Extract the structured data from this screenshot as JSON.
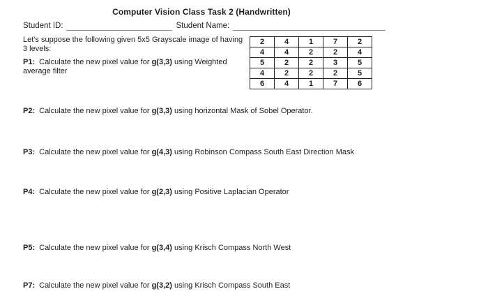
{
  "page": {
    "title": "Computer Vision Class Task 2 (Handwritten)",
    "student_id_label": "Student ID:",
    "student_name_label": "Student Name:",
    "ink_color": "#1f1f1f",
    "line_color": "#8d8d8d"
  },
  "intro": {
    "text": "Let's suppose the following given 5x5 Grayscale image of having 3 levels:"
  },
  "problems": [
    {
      "id": "P1:",
      "pre": "Calculate the new pixel value for",
      "g": "g(3,3)",
      "post": "using Weighted average filter"
    },
    {
      "id": "P2:",
      "pre": "Calculate the new pixel value for",
      "g": "g(3,3)",
      "post": "using horizontal Mask of Sobel Operator."
    },
    {
      "id": "P3:",
      "pre": "Calculate the new pixel value for",
      "g": "g(4,3)",
      "post": "using Robinson Compass South East Direction Mask"
    },
    {
      "id": "P4:",
      "pre": "Calculate the new pixel value for",
      "g": "g(2,3)",
      "post": "using Positive Laplacian Operator"
    },
    {
      "id": "P5:",
      "pre": "Calculate the new pixel value for",
      "g": "g(3,4)",
      "post": "using Krisch Compass North West"
    },
    {
      "id": "P7:",
      "pre": "Calculate the new pixel value for",
      "g": "g(3,2)",
      "post": "using Krisch Compass South East"
    }
  ],
  "grid": {
    "description": "5x5 grayscale image values",
    "rows": [
      [
        2,
        4,
        1,
        7,
        2
      ],
      [
        4,
        4,
        2,
        2,
        4
      ],
      [
        5,
        2,
        2,
        3,
        5
      ],
      [
        4,
        2,
        2,
        2,
        5
      ],
      [
        6,
        4,
        1,
        7,
        6
      ]
    ]
  }
}
